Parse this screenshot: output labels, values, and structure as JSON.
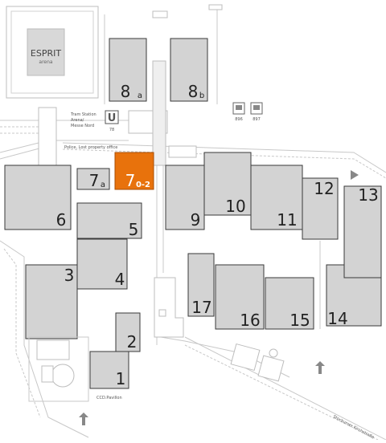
{
  "colors": {
    "hall_fill": "#d3d3d3",
    "hall_highlight": "#e8720c",
    "hall_label": "#222222",
    "highlight_label": "#ffffff"
  },
  "arena": {
    "logo_main": "ESPRIT",
    "logo_sub": "arena"
  },
  "halls": {
    "h1": {
      "label": "1"
    },
    "h2": {
      "label": "2"
    },
    "h3": {
      "label": "3"
    },
    "h4": {
      "label": "4"
    },
    "h5": {
      "label": "5"
    },
    "h6": {
      "label": "6"
    },
    "h7a": {
      "label": "7",
      "sub": "a"
    },
    "h7": {
      "label": "7",
      "sub": "0-2",
      "highlighted": true
    },
    "h8a": {
      "label": "8",
      "sub": "a"
    },
    "h8b": {
      "label": "8",
      "sub": "b"
    },
    "h9": {
      "label": "9"
    },
    "h10": {
      "label": "10"
    },
    "h11": {
      "label": "11"
    },
    "h12": {
      "label": "12"
    },
    "h13": {
      "label": "13"
    },
    "h14": {
      "label": "14"
    },
    "h15": {
      "label": "15"
    },
    "h16": {
      "label": "16"
    },
    "h17": {
      "label": "17"
    }
  },
  "labels": {
    "tram_station": "Tram Station",
    "tram_station_2": "Arena/",
    "tram_station_3": "Messe Nord",
    "u_line": "78",
    "bus_1": "896",
    "bus_2": "897",
    "police": "Police, Lost property office",
    "pavilion": "CCD.Pavillon",
    "street": "Stockumer Kirchstraße"
  },
  "icons": {
    "subway": "u-bahn-icon",
    "bus": "bus-icon",
    "entrance": "entrance-arrow-icon"
  }
}
